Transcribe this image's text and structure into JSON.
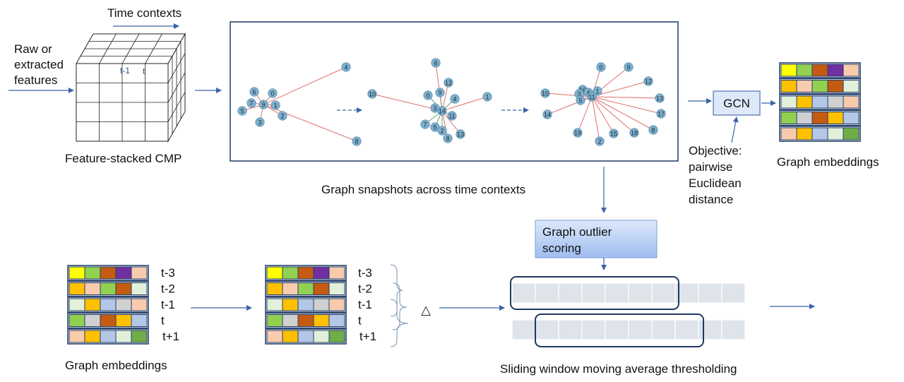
{
  "labels": {
    "time_contexts": "Time contexts",
    "raw_line1": "Raw or",
    "raw_line2": "extracted",
    "raw_line3": "features",
    "cube_t1": "t-1",
    "cube_t": "t",
    "feature_cmp": "Feature-stacked CMP",
    "graph_snapshots": "Graph snapshots across time contexts",
    "gcn": "GCN",
    "obj1": "Objective:",
    "obj2": "pairwise",
    "obj3": "Euclidean",
    "obj4": "distance",
    "graph_embeddings_top": "Graph embeddings",
    "outlier1": "Graph outlier",
    "outlier2": "scoring",
    "graph_embeddings_bottom": "Graph embeddings",
    "sliding": "Sliding window moving average thresholding",
    "delta": "△"
  },
  "time_labels": [
    "t-3",
    "t-2",
    "t-1",
    "t",
    "t+1"
  ],
  "colors": {
    "yellow": "#ffff00",
    "green": "#92d050",
    "brown": "#c55a11",
    "purple": "#7030a0",
    "peach": "#f8cbad",
    "orange": "#ffc000",
    "mint": "#e2f0d9",
    "lightblue": "#b4c7e7",
    "gray": "#d0d0d0",
    "emerald": "#70ad47"
  },
  "embedding_rows": [
    [
      "yellow",
      "green",
      "brown",
      "purple",
      "peach"
    ],
    [
      "orange",
      "peach",
      "green",
      "brown",
      "mint"
    ],
    [
      "mint",
      "orange",
      "lightblue",
      "gray",
      "peach"
    ],
    [
      "green",
      "gray",
      "brown",
      "orange",
      "lightblue"
    ],
    [
      "peach",
      "orange",
      "lightblue",
      "mint",
      "emerald"
    ]
  ],
  "graphs": [
    {
      "center": "9",
      "nodes": [
        "4",
        "0",
        "6",
        "7",
        "9",
        "1",
        "5",
        "2",
        "3",
        "8"
      ],
      "edges": [
        [
          "9",
          "4"
        ],
        [
          "9",
          "0"
        ],
        [
          "9",
          "6"
        ],
        [
          "9",
          "7"
        ],
        [
          "9",
          "1"
        ],
        [
          "9",
          "5"
        ],
        [
          "9",
          "2"
        ],
        [
          "9",
          "3"
        ],
        [
          "9",
          "8"
        ]
      ]
    },
    {
      "center": "14",
      "nodes": [
        "6",
        "12",
        "10",
        "0",
        "9",
        "4",
        "1",
        "3",
        "14",
        "11",
        "7",
        "5",
        "2",
        "13",
        "8"
      ],
      "edges": [
        [
          "14",
          "6"
        ],
        [
          "14",
          "12"
        ],
        [
          "14",
          "10"
        ],
        [
          "14",
          "0"
        ],
        [
          "14",
          "9"
        ],
        [
          "14",
          "4"
        ],
        [
          "14",
          "1"
        ],
        [
          "14",
          "3"
        ],
        [
          "14",
          "11"
        ],
        [
          "14",
          "7"
        ],
        [
          "14",
          "5"
        ],
        [
          "14",
          "2"
        ],
        [
          "14",
          "13"
        ],
        [
          "14",
          "8"
        ]
      ]
    },
    {
      "center": "11",
      "nodes": [
        "0",
        "9",
        "12",
        "10",
        "16",
        "3",
        "4",
        "1",
        "13",
        "5",
        "11",
        "17",
        "14",
        "8",
        "19",
        "15",
        "18",
        "2"
      ],
      "edges": [
        [
          "11",
          "0"
        ],
        [
          "11",
          "9"
        ],
        [
          "11",
          "12"
        ],
        [
          "11",
          "10"
        ],
        [
          "11",
          "13"
        ],
        [
          "11",
          "17"
        ],
        [
          "11",
          "14"
        ],
        [
          "11",
          "8"
        ],
        [
          "11",
          "19"
        ],
        [
          "11",
          "15"
        ],
        [
          "11",
          "18"
        ],
        [
          "11",
          "2"
        ],
        [
          "11",
          "16"
        ],
        [
          "11",
          "3"
        ],
        [
          "11",
          "4"
        ],
        [
          "11",
          "1"
        ],
        [
          "11",
          "5"
        ]
      ]
    }
  ]
}
